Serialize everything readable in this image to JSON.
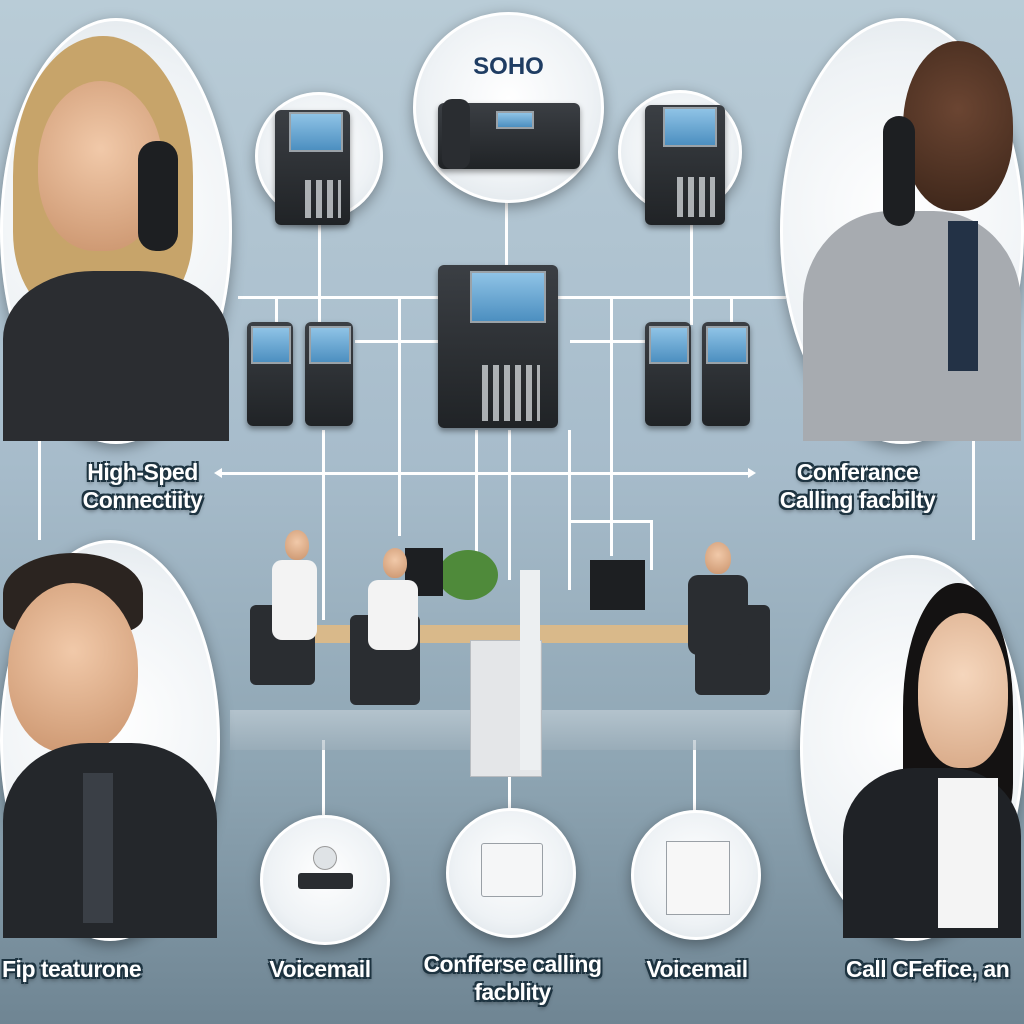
{
  "title": "SOHO",
  "labels": {
    "left_feature": "High-Sped Connectiity",
    "right_feature": "Conferance Calling facbilty",
    "bottom_1": "Fip teaturone",
    "bottom_2": "Voicemail",
    "bottom_3": "Confferse calling facblity",
    "bottom_4": "Voicemail",
    "bottom_5": "Call CFefice, an"
  },
  "colors": {
    "background": "#a7bccb",
    "title": "#1f3d63",
    "label_text": "#ffffff",
    "connector_lines": "#ffffff"
  },
  "icons": [
    "desk-phone-icon",
    "voicemail-device-icon",
    "conference-device-icon",
    "voicemail-screen-icon"
  ]
}
